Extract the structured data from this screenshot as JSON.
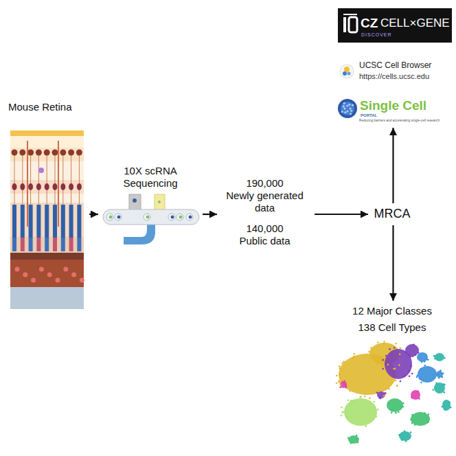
{
  "diagram": {
    "nodes": [
      {
        "text": [
          "Mouse Retina"
        ]
      },
      {
        "text": [
          "10X scRNA Sequencing"
        ]
      },
      {
        "text": [
          "190,000",
          "Newly generated data",
          "140,000",
          "Public data"
        ]
      },
      {
        "text": [
          "CZ",
          "CELL×GENE",
          "DISCOVER"
        ]
      },
      {
        "text": [
          "UCSC Cell Browser",
          "https://cells.ucsc.edu"
        ]
      },
      {
        "text": [
          "Single Cell",
          "PORTAL",
          "Reducing barriers and accelerating single-cell research"
        ]
      },
      {
        "text": [
          "MRCA"
        ]
      },
      {
        "text": [
          "12 Major Classes",
          "138 Cell Types"
        ]
      }
    ],
    "edges": [
      {
        "from": 0,
        "to": 1,
        "arrow": "to"
      },
      {
        "from": 1,
        "to": 2,
        "arrow": "to"
      },
      {
        "from": 2,
        "to": 6,
        "arrow": "to"
      },
      {
        "from": 6,
        "to": 5,
        "arrow": "to"
      },
      {
        "from": 6,
        "to": 7,
        "arrow": "to"
      }
    ]
  }
}
